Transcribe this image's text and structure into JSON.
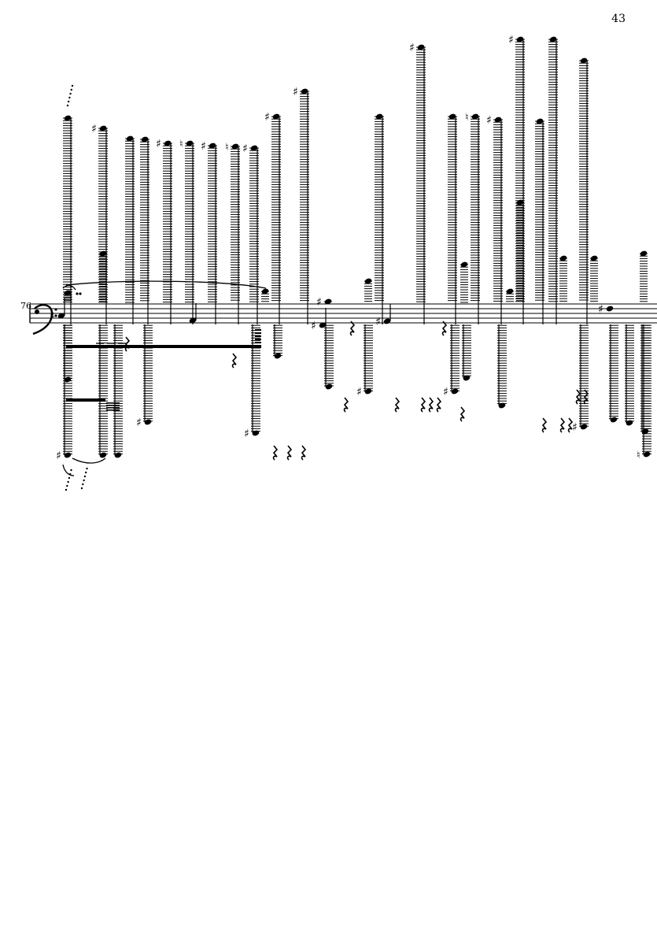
{
  "page": {
    "page_number": "43",
    "measure_number": "76"
  },
  "score": {
    "clef": "bass",
    "ink_color": "#000000",
    "paper_color": "#ffffff"
  }
}
